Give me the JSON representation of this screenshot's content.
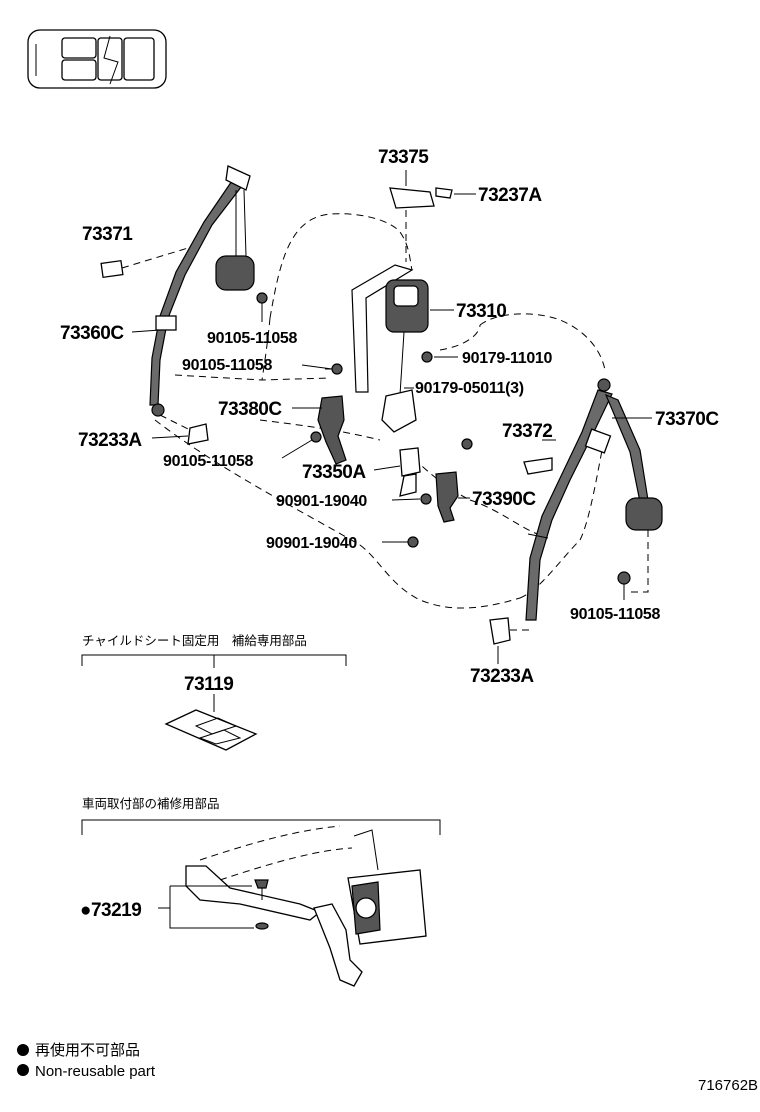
{
  "labels": {
    "p73375": "73375",
    "p73237A": "73237A",
    "p73371": "73371",
    "p73360C": "73360C",
    "p73310": "73310",
    "p90105_a": "90105-11058",
    "p90105_b": "90105-11058",
    "p90179_a": "90179-11010",
    "p90179_b": "90179-05011(3)",
    "p73380C": "73380C",
    "p73370C": "73370C",
    "p73233A_l": "73233A",
    "p73372": "73372",
    "p90105_c": "90105-11058",
    "p73350A": "73350A",
    "p90901_a": "90901-19040",
    "p73390C": "73390C",
    "p90901_b": "90901-19040",
    "p90105_d": "90105-11058",
    "p73233A_r": "73233A",
    "p73119": "73119",
    "p73219": "●73219"
  },
  "notes": {
    "child_seat": "チャイルドシート固定用　補給専用部品",
    "vehicle_mount": "車両取付部の補修用部品"
  },
  "legend": {
    "jp": "再使用不可部品",
    "en": "Non-reusable part"
  },
  "figure_id": "716762B"
}
